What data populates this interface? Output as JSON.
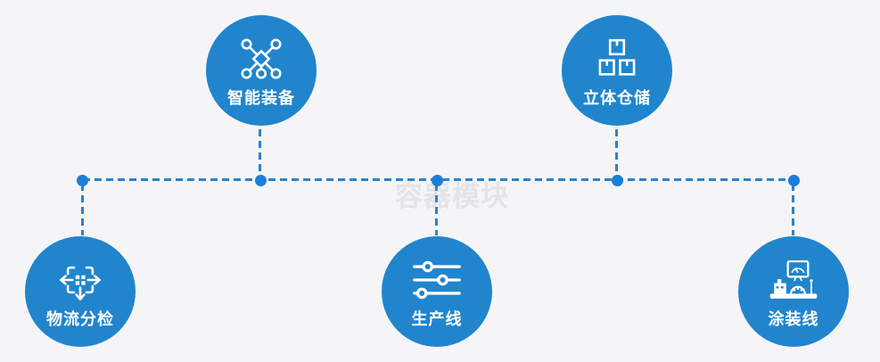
{
  "watermark": "容器模块",
  "colors": {
    "bg": "#f5f5f7",
    "circle": "#2185cd",
    "line": "#2b82cc",
    "dot": "#1b7fd8",
    "icon": "#ffffff",
    "watermark": "#e3e3e8",
    "label": "#ffffff"
  },
  "nodes": [
    {
      "id": "smart-equipment",
      "label": "智能装备",
      "icon": "network-nodes-icon",
      "row": "top"
    },
    {
      "id": "warehouse",
      "label": "立体仓储",
      "icon": "stacked-boxes-icon",
      "row": "top"
    },
    {
      "id": "logistics-sorting",
      "label": "物流分检",
      "icon": "sorting-arrows-icon",
      "row": "bottom"
    },
    {
      "id": "production-line",
      "label": "生产线",
      "icon": "sliders-icon",
      "row": "bottom"
    },
    {
      "id": "painting-line",
      "label": "涂装线",
      "icon": "coating-machine-icon",
      "row": "bottom"
    }
  ]
}
